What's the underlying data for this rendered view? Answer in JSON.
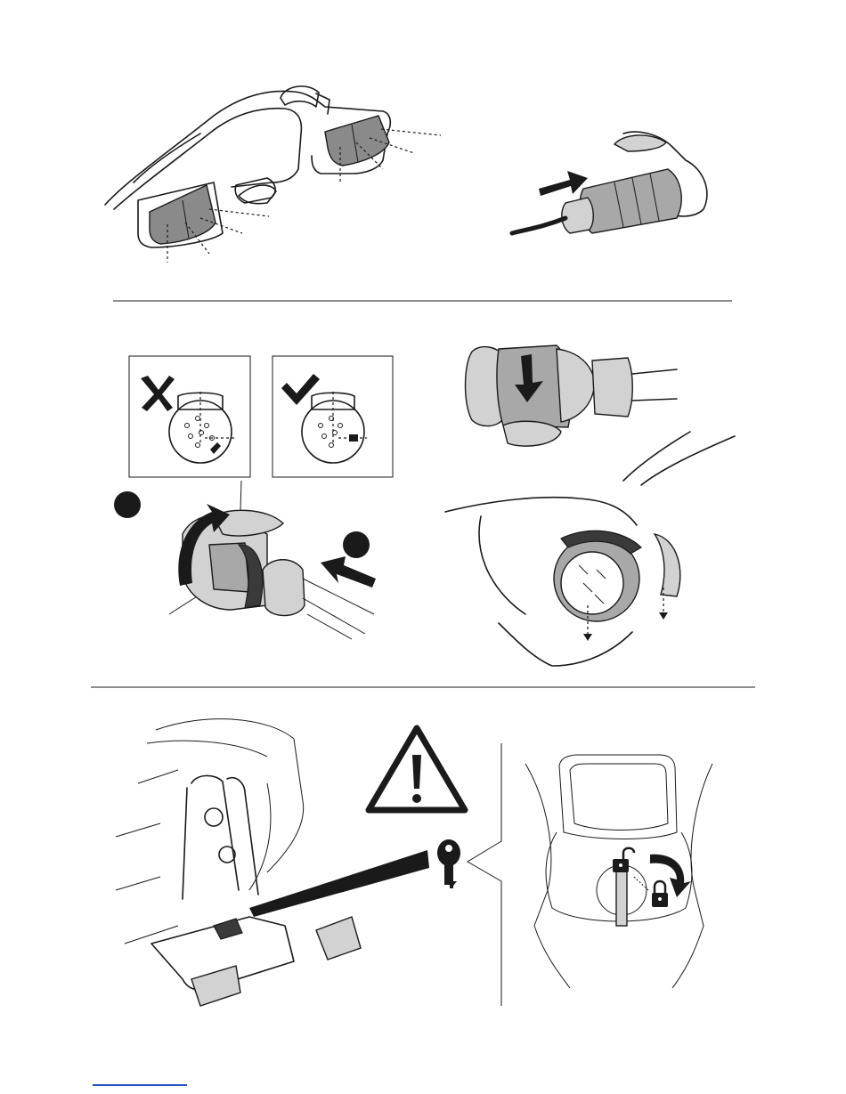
{
  "page": {
    "background": "#ffffff",
    "ink": "#1a1a1a"
  },
  "sections": [
    {
      "id": "top",
      "panels": [
        "carrier-lamp-callouts",
        "plug-insert"
      ]
    },
    {
      "id": "middle",
      "panels": [
        "pin-orientation-wrong",
        "pin-orientation-correct",
        "plug-twist-lock",
        "socket-cap",
        "socket-hand-rotate"
      ]
    },
    {
      "id": "bottom",
      "panels": [
        "car-with-carrier",
        "warning-key",
        "lock-detail"
      ]
    }
  ],
  "icons": {
    "wrong": "cross-icon",
    "correct": "check-icon",
    "warning": "warning-triangle-icon",
    "key": "key-icon",
    "open_lock": "unlocked-padlock-icon",
    "closed_lock": "locked-padlock-icon"
  },
  "step_markers": [
    "black-dot-1",
    "black-dot-2"
  ]
}
